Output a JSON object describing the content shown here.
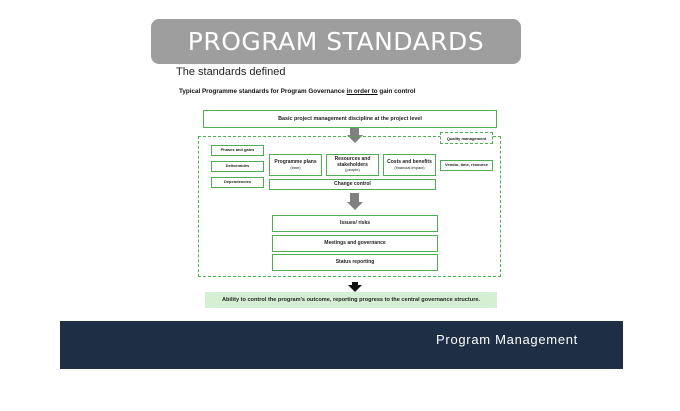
{
  "slide": {
    "title": "PROGRAM STANDARDS",
    "subtitle": "The standards defined"
  },
  "diagram": {
    "heading_prefix": "Typical Programme standards for Program Governance ",
    "heading_underlined": "in order to",
    "heading_suffix": " gain control",
    "top_box": "Basic project management discipline at the project level",
    "quality_box": "Quality management",
    "left_items": [
      "Phases and gates",
      "Deliverables",
      "Dependencies"
    ],
    "center_boxes": [
      {
        "label": "Programme plans",
        "sub": "(time)"
      },
      {
        "label": "Resources and stakeholders",
        "sub": "(people)"
      },
      {
        "label": "Costs and benefits",
        "sub": "(financial impact)"
      }
    ],
    "right_item": "Vendor, time, resource",
    "change_control": "Change control",
    "stack_boxes": [
      "Issues/ risks",
      "Meetings and governance",
      "Status reporting"
    ],
    "result": "Ability to control the program's outcome, reporting progress to the central governance structure."
  },
  "footer": {
    "label": "Program Management"
  },
  "colors": {
    "pill": "#9e9e9e",
    "box_border": "#4caf50",
    "result_bg": "#d4efd2",
    "footer_bg": "#1e2f45",
    "arrow_gray": "#808080",
    "arrow_black": "#111111"
  }
}
